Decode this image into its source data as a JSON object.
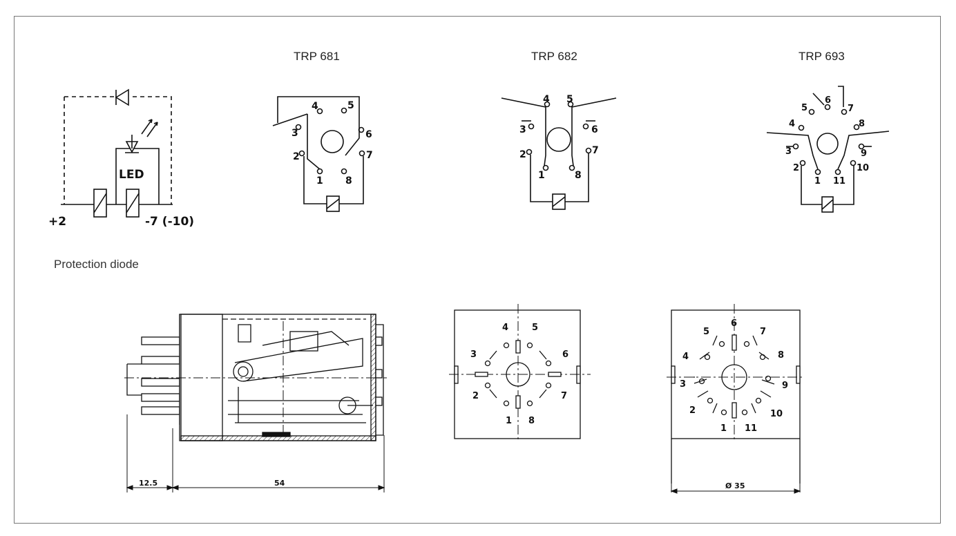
{
  "titles": {
    "trp681": "TRP 681",
    "trp682": "TRP 682",
    "trp693": "TRP 693"
  },
  "caption": "Protection diode",
  "circuit": {
    "led": "LED",
    "plus": "+2",
    "minus": "-7 (-10)"
  },
  "trp681_pins": [
    "1",
    "2",
    "3",
    "4",
    "5",
    "6",
    "7",
    "8"
  ],
  "trp682_pins": [
    "1",
    "2",
    "3",
    "4",
    "5",
    "6",
    "7",
    "8"
  ],
  "trp693_pins": [
    "1",
    "2",
    "3",
    "4",
    "5",
    "6",
    "7",
    "8",
    "9",
    "10",
    "11"
  ],
  "dimensions": {
    "pins": "12.5",
    "body": "54",
    "diameter": "Ø 35"
  },
  "socket8_labels": [
    "1",
    "2",
    "3",
    "4",
    "5",
    "6",
    "7",
    "8"
  ],
  "socket11_labels": [
    "1",
    "2",
    "3",
    "4",
    "5",
    "6",
    "7",
    "8",
    "9",
    "10",
    "11"
  ]
}
